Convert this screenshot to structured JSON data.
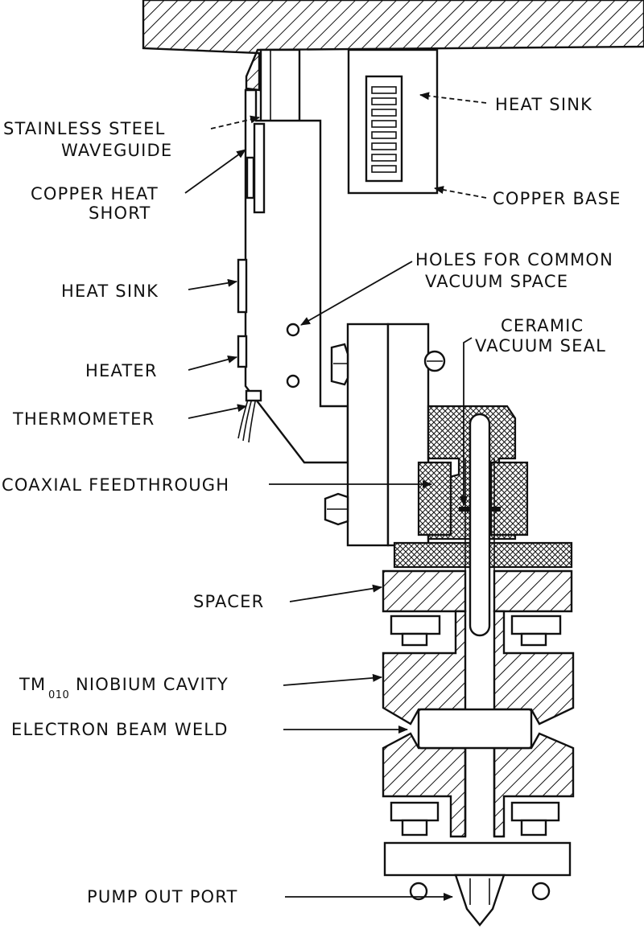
{
  "labels": {
    "heat_sink_top": "HEAT SINK",
    "stainless_steel_1": "STAINLESS STEEL",
    "stainless_steel_2": "WAVEGUIDE",
    "copper_base": "COPPER BASE",
    "copper_heat_short_1": "COPPER HEAT",
    "copper_heat_short_2": "SHORT",
    "holes_1": "HOLES FOR COMMON",
    "holes_2": "VACUUM SPACE",
    "heat_sink_side": "HEAT SINK",
    "ceramic_1": "CERAMIC",
    "ceramic_2": "VACUUM SEAL",
    "heater": "HEATER",
    "thermometer": "THERMOMETER",
    "coaxial_feedthrough": "COAXIAL FEEDTHROUGH",
    "spacer": "SPACER",
    "tm_prefix": "TM",
    "tm_subscript": "010",
    "tm_suffix": "NIOBIUM CAVITY",
    "electron_beam_weld": "ELECTRON BEAM WELD",
    "pump_out_port": "PUMP OUT PORT"
  },
  "colors": {
    "ink": "#111111",
    "paper": "#ffffff"
  }
}
